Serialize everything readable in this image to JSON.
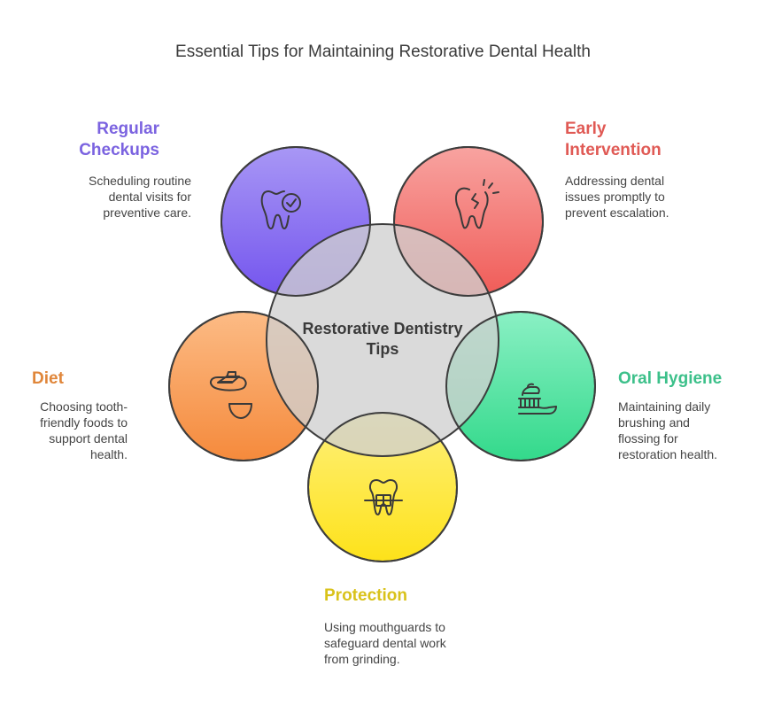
{
  "title": "Essential Tips for Maintaining Restorative Dental Health",
  "center": {
    "label": "Restorative Dentistry Tips"
  },
  "tips": {
    "regular_checkups": {
      "heading": "Regular Checkups",
      "description": "Scheduling routine dental visits for preventive care.",
      "color": "#7b63e0",
      "icon": "tooth-check-icon"
    },
    "early_intervention": {
      "heading": "Early Intervention",
      "description": "Addressing dental issues promptly to prevent escalation.",
      "color": "#e05a55",
      "icon": "tooth-pain-icon"
    },
    "diet": {
      "heading": "Diet",
      "description": "Choosing tooth-friendly foods to support dental health.",
      "color": "#e0863a",
      "icon": "food-bowl-icon"
    },
    "oral_hygiene": {
      "heading": "Oral Hygiene",
      "description": "Maintaining daily brushing and flossing for restoration health.",
      "color": "#3cc08a",
      "icon": "toothbrush-icon"
    },
    "protection": {
      "heading": "Protection",
      "description": "Using mouthguards to safeguard dental work from grinding.",
      "color": "#d9c21a",
      "icon": "tooth-braces-icon"
    }
  }
}
